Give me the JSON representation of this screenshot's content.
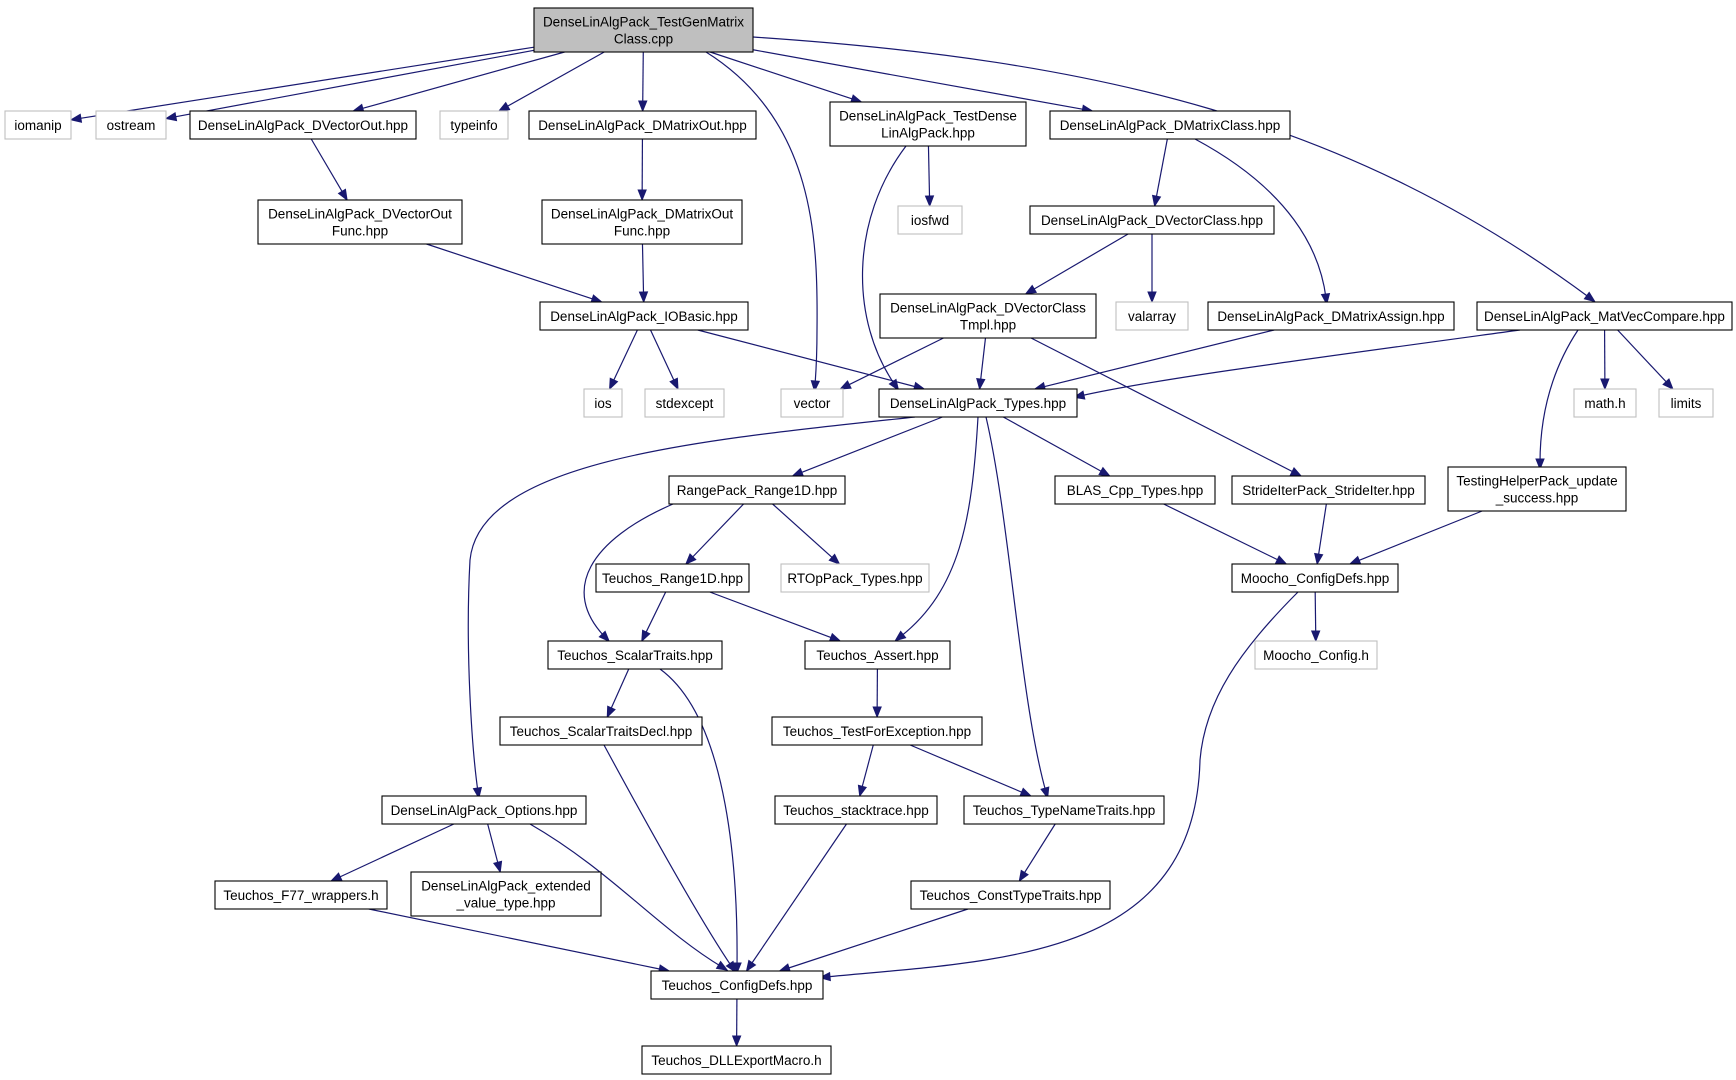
{
  "graph": {
    "colors": {
      "edge": "#191970",
      "root_fill": "#bfbfbf",
      "node_border": "#000000",
      "external_border": "#bfbfbf",
      "text": "#000000",
      "background": "#ffffff"
    },
    "nodes": [
      {
        "id": "root",
        "lines": [
          "DenseLinAlgPack_TestGenMatrix",
          "Class.cpp"
        ],
        "kind": "root"
      },
      {
        "id": "iomanip",
        "lines": [
          "iomanip"
        ],
        "kind": "external"
      },
      {
        "id": "ostream",
        "lines": [
          "ostream"
        ],
        "kind": "external"
      },
      {
        "id": "dvecout",
        "lines": [
          "DenseLinAlgPack_DVectorOut.hpp"
        ],
        "kind": "file"
      },
      {
        "id": "typeinfo",
        "lines": [
          "typeinfo"
        ],
        "kind": "external"
      },
      {
        "id": "dmatout",
        "lines": [
          "DenseLinAlgPack_DMatrixOut.hpp"
        ],
        "kind": "file"
      },
      {
        "id": "testdense",
        "lines": [
          "DenseLinAlgPack_TestDense",
          "LinAlgPack.hpp"
        ],
        "kind": "file"
      },
      {
        "id": "dmatclass",
        "lines": [
          "DenseLinAlgPack_DMatrixClass.hpp"
        ],
        "kind": "file"
      },
      {
        "id": "dvecoutfunc",
        "lines": [
          "DenseLinAlgPack_DVectorOut",
          "Func.hpp"
        ],
        "kind": "file"
      },
      {
        "id": "dmatoutfunc",
        "lines": [
          "DenseLinAlgPack_DMatrixOut",
          "Func.hpp"
        ],
        "kind": "file"
      },
      {
        "id": "iosfwd",
        "lines": [
          "iosfwd"
        ],
        "kind": "external"
      },
      {
        "id": "dvecclass",
        "lines": [
          "DenseLinAlgPack_DVectorClass.hpp"
        ],
        "kind": "file"
      },
      {
        "id": "iobasic",
        "lines": [
          "DenseLinAlgPack_IOBasic.hpp"
        ],
        "kind": "file"
      },
      {
        "id": "dvecclasstmpl",
        "lines": [
          "DenseLinAlgPack_DVectorClass",
          "Tmpl.hpp"
        ],
        "kind": "file"
      },
      {
        "id": "valarray",
        "lines": [
          "valarray"
        ],
        "kind": "external"
      },
      {
        "id": "dmatassign",
        "lines": [
          "DenseLinAlgPack_DMatrixAssign.hpp"
        ],
        "kind": "file"
      },
      {
        "id": "matveccompare",
        "lines": [
          "DenseLinAlgPack_MatVecCompare.hpp"
        ],
        "kind": "file"
      },
      {
        "id": "ios",
        "lines": [
          "ios"
        ],
        "kind": "external"
      },
      {
        "id": "stdexcept",
        "lines": [
          "stdexcept"
        ],
        "kind": "external"
      },
      {
        "id": "vector",
        "lines": [
          "vector"
        ],
        "kind": "external"
      },
      {
        "id": "types",
        "lines": [
          "DenseLinAlgPack_Types.hpp"
        ],
        "kind": "file"
      },
      {
        "id": "mathh",
        "lines": [
          "math.h"
        ],
        "kind": "external"
      },
      {
        "id": "limits",
        "lines": [
          "limits"
        ],
        "kind": "external"
      },
      {
        "id": "range1d",
        "lines": [
          "RangePack_Range1D.hpp"
        ],
        "kind": "file"
      },
      {
        "id": "blascpp",
        "lines": [
          "BLAS_Cpp_Types.hpp"
        ],
        "kind": "file"
      },
      {
        "id": "strideiter",
        "lines": [
          "StrideIterPack_StrideIter.hpp"
        ],
        "kind": "file"
      },
      {
        "id": "testinghelper",
        "lines": [
          "TestingHelperPack_update",
          "_success.hpp"
        ],
        "kind": "file"
      },
      {
        "id": "teuchosrange",
        "lines": [
          "Teuchos_Range1D.hpp"
        ],
        "kind": "file"
      },
      {
        "id": "rtoptypes",
        "lines": [
          "RTOpPack_Types.hpp"
        ],
        "kind": "external"
      },
      {
        "id": "mooconfigdefs",
        "lines": [
          "Moocho_ConfigDefs.hpp"
        ],
        "kind": "file"
      },
      {
        "id": "scalartraits",
        "lines": [
          "Teuchos_ScalarTraits.hpp"
        ],
        "kind": "file"
      },
      {
        "id": "assert",
        "lines": [
          "Teuchos_Assert.hpp"
        ],
        "kind": "file"
      },
      {
        "id": "moochoconfig",
        "lines": [
          "Moocho_Config.h"
        ],
        "kind": "external"
      },
      {
        "id": "scalartraitsdecl",
        "lines": [
          "Teuchos_ScalarTraitsDecl.hpp"
        ],
        "kind": "file"
      },
      {
        "id": "testforexc",
        "lines": [
          "Teuchos_TestForException.hpp"
        ],
        "kind": "file"
      },
      {
        "id": "options",
        "lines": [
          "DenseLinAlgPack_Options.hpp"
        ],
        "kind": "file"
      },
      {
        "id": "stacktrace",
        "lines": [
          "Teuchos_stacktrace.hpp"
        ],
        "kind": "file"
      },
      {
        "id": "typenametraits",
        "lines": [
          "Teuchos_TypeNameTraits.hpp"
        ],
        "kind": "file"
      },
      {
        "id": "f77",
        "lines": [
          "Teuchos_F77_wrappers.h"
        ],
        "kind": "file"
      },
      {
        "id": "extvalue",
        "lines": [
          "DenseLinAlgPack_extended",
          "_value_type.hpp"
        ],
        "kind": "file"
      },
      {
        "id": "consttypetraits",
        "lines": [
          "Teuchos_ConstTypeTraits.hpp"
        ],
        "kind": "file"
      },
      {
        "id": "teuchosconfigdefs",
        "lines": [
          "Teuchos_ConfigDefs.hpp"
        ],
        "kind": "file"
      },
      {
        "id": "dllexport",
        "lines": [
          "Teuchos_DLLExportMacro.h"
        ],
        "kind": "file"
      }
    ],
    "edges": [
      [
        "root",
        "iomanip"
      ],
      [
        "root",
        "ostream"
      ],
      [
        "root",
        "dvecout"
      ],
      [
        "root",
        "typeinfo"
      ],
      [
        "root",
        "dmatout"
      ],
      [
        "root",
        "vector"
      ],
      [
        "root",
        "testdense"
      ],
      [
        "root",
        "dmatclass"
      ],
      [
        "root",
        "matveccompare"
      ],
      [
        "dvecout",
        "dvecoutfunc"
      ],
      [
        "dmatout",
        "dmatoutfunc"
      ],
      [
        "dvecoutfunc",
        "iobasic"
      ],
      [
        "dmatoutfunc",
        "iobasic"
      ],
      [
        "iobasic",
        "ios"
      ],
      [
        "iobasic",
        "stdexcept"
      ],
      [
        "iobasic",
        "types"
      ],
      [
        "testdense",
        "iosfwd"
      ],
      [
        "testdense",
        "types"
      ],
      [
        "dmatclass",
        "dvecclass"
      ],
      [
        "dmatclass",
        "dmatassign"
      ],
      [
        "dvecclass",
        "dvecclasstmpl"
      ],
      [
        "dvecclass",
        "valarray"
      ],
      [
        "dvecclasstmpl",
        "vector"
      ],
      [
        "dvecclasstmpl",
        "types"
      ],
      [
        "dvecclasstmpl",
        "strideiter"
      ],
      [
        "dmatassign",
        "types"
      ],
      [
        "matveccompare",
        "types"
      ],
      [
        "matveccompare",
        "testinghelper"
      ],
      [
        "matveccompare",
        "mathh"
      ],
      [
        "matveccompare",
        "limits"
      ],
      [
        "types",
        "options"
      ],
      [
        "types",
        "range1d"
      ],
      [
        "types",
        "assert"
      ],
      [
        "types",
        "typenametraits"
      ],
      [
        "types",
        "blascpp"
      ],
      [
        "range1d",
        "teuchosrange"
      ],
      [
        "range1d",
        "rtoptypes"
      ],
      [
        "range1d",
        "scalartraits"
      ],
      [
        "teuchosrange",
        "scalartraits"
      ],
      [
        "teuchosrange",
        "assert"
      ],
      [
        "scalartraits",
        "scalartraitsdecl"
      ],
      [
        "scalartraits",
        "teuchosconfigdefs"
      ],
      [
        "scalartraitsdecl",
        "teuchosconfigdefs"
      ],
      [
        "assert",
        "testforexc"
      ],
      [
        "testforexc",
        "stacktrace"
      ],
      [
        "testforexc",
        "typenametraits"
      ],
      [
        "stacktrace",
        "teuchosconfigdefs"
      ],
      [
        "typenametraits",
        "consttypetraits"
      ],
      [
        "consttypetraits",
        "teuchosconfigdefs"
      ],
      [
        "blascpp",
        "mooconfigdefs"
      ],
      [
        "strideiter",
        "mooconfigdefs"
      ],
      [
        "testinghelper",
        "mooconfigdefs"
      ],
      [
        "mooconfigdefs",
        "moochoconfig"
      ],
      [
        "mooconfigdefs",
        "teuchosconfigdefs"
      ],
      [
        "options",
        "f77"
      ],
      [
        "options",
        "extvalue"
      ],
      [
        "options",
        "teuchosconfigdefs"
      ],
      [
        "f77",
        "teuchosconfigdefs"
      ],
      [
        "teuchosconfigdefs",
        "dllexport"
      ]
    ]
  }
}
